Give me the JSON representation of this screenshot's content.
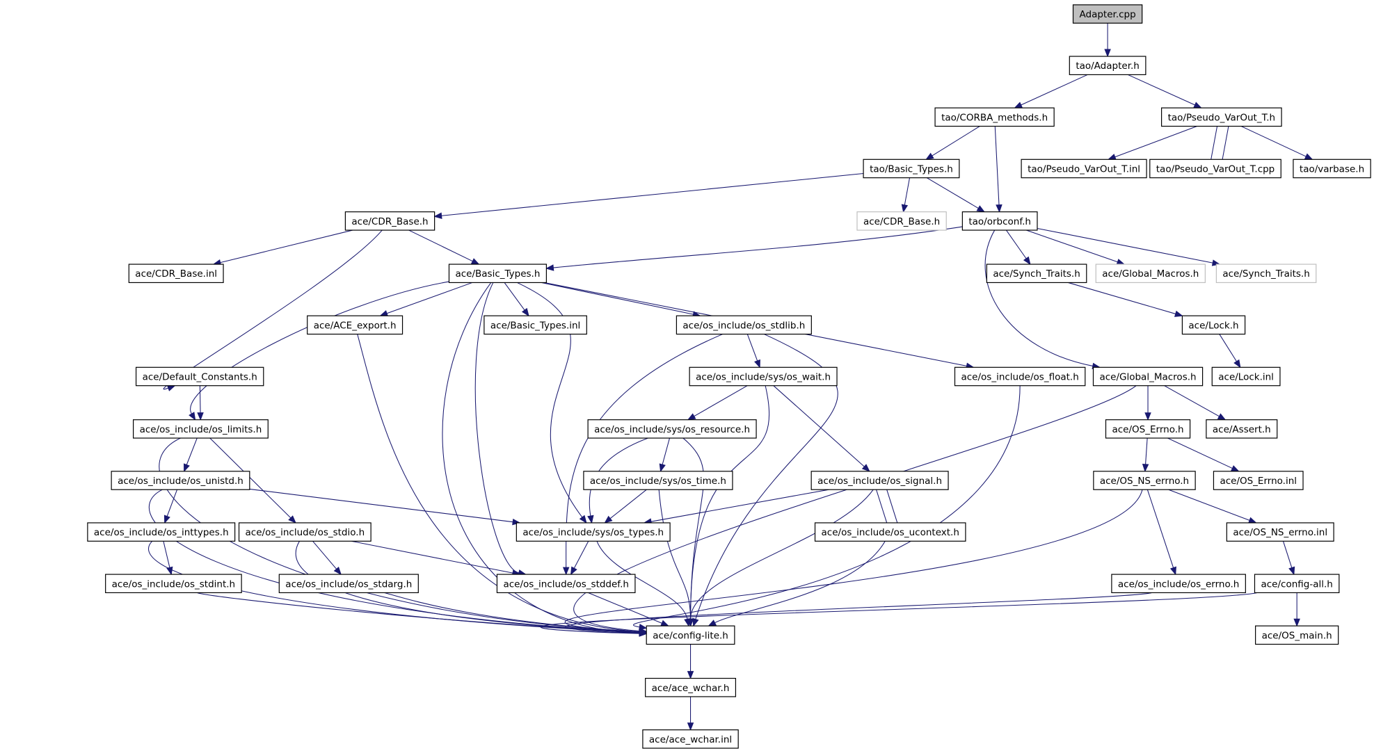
{
  "nodes": [
    {
      "id": "adapter_cpp",
      "label": "Adapter.cpp",
      "style": "root"
    },
    {
      "id": "tao_adapter_h",
      "label": "tao/Adapter.h"
    },
    {
      "id": "tao_corba_methods_h",
      "label": "tao/CORBA_methods.h"
    },
    {
      "id": "tao_pseudo_varout_t_h",
      "label": "tao/Pseudo_VarOut_T.h"
    },
    {
      "id": "tao_pseudo_varout_t_inl",
      "label": "tao/Pseudo_VarOut_T.inl"
    },
    {
      "id": "tao_pseudo_varout_t_cpp",
      "label": "tao/Pseudo_VarOut_T.cpp"
    },
    {
      "id": "tao_varbase_h",
      "label": "tao/varbase.h"
    },
    {
      "id": "tao_basic_types_h",
      "label": "tao/Basic_Types.h"
    },
    {
      "id": "ace_cdr_base_h",
      "label": "ace/CDR_Base.h"
    },
    {
      "id": "ace_cdr_base_h_ext",
      "label": "ace/CDR_Base.h",
      "style": "ext"
    },
    {
      "id": "tao_orbconf_h",
      "label": "tao/orbconf.h"
    },
    {
      "id": "ace_cdr_base_inl",
      "label": "ace/CDR_Base.inl"
    },
    {
      "id": "ace_basic_types_h",
      "label": "ace/Basic_Types.h"
    },
    {
      "id": "ace_synch_traits_h",
      "label": "ace/Synch_Traits.h"
    },
    {
      "id": "ace_global_macros_h_ext",
      "label": "ace/Global_Macros.h",
      "style": "ext"
    },
    {
      "id": "ace_synch_traits_h_ext",
      "label": "ace/Synch_Traits.h",
      "style": "ext"
    },
    {
      "id": "ace_ace_export_h",
      "label": "ace/ACE_export.h"
    },
    {
      "id": "ace_basic_types_inl",
      "label": "ace/Basic_Types.inl"
    },
    {
      "id": "ace_os_stdlib_h",
      "label": "ace/os_include/os_stdlib.h"
    },
    {
      "id": "ace_lock_h",
      "label": "ace/Lock.h"
    },
    {
      "id": "ace_default_constants_h",
      "label": "ace/Default_Constants.h"
    },
    {
      "id": "ace_os_sys_wait_h",
      "label": "ace/os_include/sys/os_wait.h"
    },
    {
      "id": "ace_os_float_h",
      "label": "ace/os_include/os_float.h"
    },
    {
      "id": "ace_global_macros_h",
      "label": "ace/Global_Macros.h"
    },
    {
      "id": "ace_lock_inl",
      "label": "ace/Lock.inl"
    },
    {
      "id": "ace_os_limits_h",
      "label": "ace/os_include/os_limits.h"
    },
    {
      "id": "ace_os_sys_resource_h",
      "label": "ace/os_include/sys/os_resource.h"
    },
    {
      "id": "ace_os_errno_cap_h",
      "label": "ace/OS_Errno.h"
    },
    {
      "id": "ace_assert_h",
      "label": "ace/Assert.h"
    },
    {
      "id": "ace_os_unistd_h",
      "label": "ace/os_include/os_unistd.h"
    },
    {
      "id": "ace_os_sys_time_h",
      "label": "ace/os_include/sys/os_time.h"
    },
    {
      "id": "ace_os_signal_h",
      "label": "ace/os_include/os_signal.h"
    },
    {
      "id": "ace_os_ns_errno_h",
      "label": "ace/OS_NS_errno.h"
    },
    {
      "id": "ace_os_errno_inl",
      "label": "ace/OS_Errno.inl"
    },
    {
      "id": "ace_os_inttypes_h",
      "label": "ace/os_include/os_inttypes.h"
    },
    {
      "id": "ace_os_stdio_h",
      "label": "ace/os_include/os_stdio.h"
    },
    {
      "id": "ace_os_sys_types_h",
      "label": "ace/os_include/sys/os_types.h"
    },
    {
      "id": "ace_os_ucontext_h",
      "label": "ace/os_include/os_ucontext.h"
    },
    {
      "id": "ace_os_ns_errno_inl",
      "label": "ace/OS_NS_errno.inl"
    },
    {
      "id": "ace_os_stdint_h",
      "label": "ace/os_include/os_stdint.h"
    },
    {
      "id": "ace_os_stdarg_h",
      "label": "ace/os_include/os_stdarg.h"
    },
    {
      "id": "ace_os_stddef_h",
      "label": "ace/os_include/os_stddef.h"
    },
    {
      "id": "ace_os_errno_h",
      "label": "ace/os_include/os_errno.h"
    },
    {
      "id": "ace_config_all_h",
      "label": "ace/config-all.h"
    },
    {
      "id": "ace_config_lite_h",
      "label": "ace/config-lite.h"
    },
    {
      "id": "ace_os_main_h",
      "label": "ace/OS_main.h"
    },
    {
      "id": "ace_ace_wchar_h",
      "label": "ace/ace_wchar.h"
    },
    {
      "id": "ace_ace_wchar_inl",
      "label": "ace/ace_wchar.inl"
    }
  ],
  "edges": [
    [
      "adapter_cpp",
      "tao_adapter_h"
    ],
    [
      "tao_adapter_h",
      "tao_corba_methods_h"
    ],
    [
      "tao_adapter_h",
      "tao_pseudo_varout_t_h"
    ],
    [
      "tao_corba_methods_h",
      "tao_basic_types_h"
    ],
    [
      "tao_corba_methods_h",
      "tao_orbconf_h"
    ],
    [
      "tao_pseudo_varout_t_h",
      "tao_pseudo_varout_t_inl"
    ],
    [
      "tao_pseudo_varout_t_h",
      "tao_pseudo_varout_t_cpp"
    ],
    [
      "tao_pseudo_varout_t_cpp",
      "tao_pseudo_varout_t_h"
    ],
    [
      "tao_pseudo_varout_t_h",
      "tao_varbase_h"
    ],
    [
      "tao_basic_types_h",
      "ace_cdr_base_h"
    ],
    [
      "tao_basic_types_h",
      "ace_cdr_base_h_ext"
    ],
    [
      "tao_basic_types_h",
      "tao_orbconf_h"
    ],
    [
      "ace_cdr_base_h",
      "ace_cdr_base_inl"
    ],
    [
      "ace_cdr_base_h",
      "ace_basic_types_h"
    ],
    [
      "ace_cdr_base_h",
      "ace_default_constants_h"
    ],
    [
      "tao_orbconf_h",
      "ace_basic_types_h"
    ],
    [
      "tao_orbconf_h",
      "ace_synch_traits_h"
    ],
    [
      "tao_orbconf_h",
      "ace_global_macros_h_ext"
    ],
    [
      "tao_orbconf_h",
      "ace_synch_traits_h_ext"
    ],
    [
      "tao_orbconf_h",
      "ace_global_macros_h"
    ],
    [
      "ace_synch_traits_h",
      "ace_lock_h"
    ],
    [
      "ace_lock_h",
      "ace_lock_inl"
    ],
    [
      "ace_basic_types_h",
      "ace_ace_export_h"
    ],
    [
      "ace_basic_types_h",
      "ace_basic_types_inl"
    ],
    [
      "ace_basic_types_h",
      "ace_os_stdlib_h"
    ],
    [
      "ace_basic_types_h",
      "ace_os_float_h"
    ],
    [
      "ace_basic_types_h",
      "ace_os_limits_h"
    ],
    [
      "ace_basic_types_h",
      "ace_os_sys_types_h"
    ],
    [
      "ace_basic_types_h",
      "ace_os_stddef_h"
    ],
    [
      "ace_basic_types_h",
      "ace_config_lite_h"
    ],
    [
      "ace_ace_export_h",
      "ace_config_lite_h"
    ],
    [
      "ace_default_constants_h",
      "ace_os_limits_h"
    ],
    [
      "ace_os_stdlib_h",
      "ace_os_sys_wait_h"
    ],
    [
      "ace_os_stdlib_h",
      "ace_os_stddef_h"
    ],
    [
      "ace_os_stdlib_h",
      "ace_config_lite_h"
    ],
    [
      "ace_os_sys_wait_h",
      "ace_os_sys_resource_h"
    ],
    [
      "ace_os_sys_wait_h",
      "ace_os_signal_h"
    ],
    [
      "ace_os_sys_wait_h",
      "ace_config_lite_h"
    ],
    [
      "ace_os_float_h",
      "ace_config_lite_h"
    ],
    [
      "ace_global_macros_h",
      "ace_os_errno_cap_h"
    ],
    [
      "ace_global_macros_h",
      "ace_assert_h"
    ],
    [
      "ace_global_macros_h",
      "ace_config_lite_h"
    ],
    [
      "ace_os_errno_cap_h",
      "ace_os_ns_errno_h"
    ],
    [
      "ace_os_errno_cap_h",
      "ace_os_errno_inl"
    ],
    [
      "ace_os_ns_errno_h",
      "ace_os_ns_errno_inl"
    ],
    [
      "ace_os_ns_errno_h",
      "ace_os_errno_h"
    ],
    [
      "ace_os_ns_errno_h",
      "ace_config_lite_h"
    ],
    [
      "ace_os_ns_errno_inl",
      "ace_config_all_h"
    ],
    [
      "ace_config_all_h",
      "ace_os_main_h"
    ],
    [
      "ace_config_all_h",
      "ace_config_lite_h"
    ],
    [
      "ace_os_errno_h",
      "ace_config_lite_h"
    ],
    [
      "ace_os_limits_h",
      "ace_os_unistd_h"
    ],
    [
      "ace_os_limits_h",
      "ace_os_stdio_h"
    ],
    [
      "ace_os_limits_h",
      "ace_config_lite_h"
    ],
    [
      "ace_os_unistd_h",
      "ace_os_inttypes_h"
    ],
    [
      "ace_os_unistd_h",
      "ace_os_sys_types_h"
    ],
    [
      "ace_os_unistd_h",
      "ace_config_lite_h"
    ],
    [
      "ace_os_inttypes_h",
      "ace_os_stdint_h"
    ],
    [
      "ace_os_inttypes_h",
      "ace_config_lite_h"
    ],
    [
      "ace_os_stdint_h",
      "ace_config_lite_h"
    ],
    [
      "ace_os_stdio_h",
      "ace_os_stdarg_h"
    ],
    [
      "ace_os_stdio_h",
      "ace_os_stddef_h"
    ],
    [
      "ace_os_stdio_h",
      "ace_config_lite_h"
    ],
    [
      "ace_os_stdarg_h",
      "ace_config_lite_h"
    ],
    [
      "ace_os_sys_resource_h",
      "ace_os_sys_time_h"
    ],
    [
      "ace_os_sys_resource_h",
      "ace_os_sys_types_h"
    ],
    [
      "ace_os_sys_resource_h",
      "ace_config_lite_h"
    ],
    [
      "ace_os_sys_time_h",
      "ace_os_sys_types_h"
    ],
    [
      "ace_os_sys_time_h",
      "ace_config_lite_h"
    ],
    [
      "ace_os_signal_h",
      "ace_os_sys_types_h"
    ],
    [
      "ace_os_signal_h",
      "ace_os_ucontext_h"
    ],
    [
      "ace_os_ucontext_h",
      "ace_os_signal_h"
    ],
    [
      "ace_os_signal_h",
      "ace_config_lite_h"
    ],
    [
      "ace_os_ucontext_h",
      "ace_config_lite_h"
    ],
    [
      "ace_os_sys_types_h",
      "ace_os_stddef_h"
    ],
    [
      "ace_os_sys_types_h",
      "ace_config_lite_h"
    ],
    [
      "ace_os_stddef_h",
      "ace_config_lite_h"
    ],
    [
      "ace_config_lite_h",
      "ace_ace_wchar_h"
    ],
    [
      "ace_ace_wchar_h",
      "ace_ace_wchar_inl"
    ]
  ]
}
